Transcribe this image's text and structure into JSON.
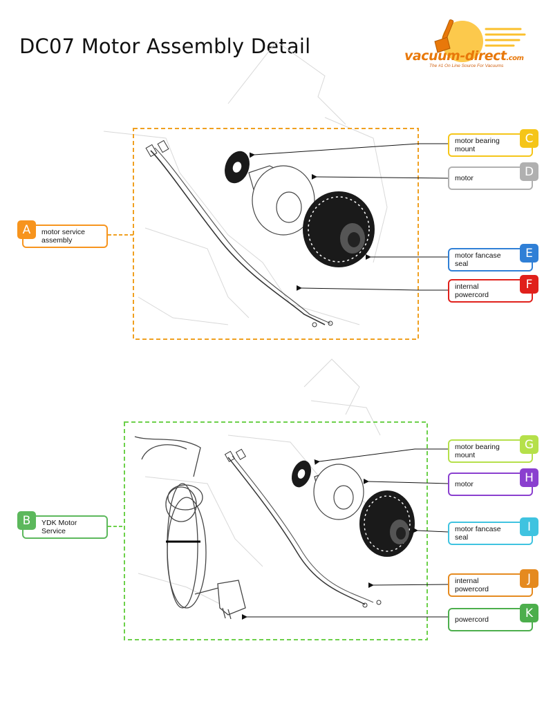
{
  "title": "DC07 Motor Assembly Detail",
  "logo": {
    "brand": "vacuum-direct",
    "suffix": ".com",
    "tagline": "The #1 On Line Source For Vacuums"
  },
  "colors": {
    "A": "#f7941d",
    "B": "#5cb85c",
    "C": "#f5c518",
    "D": "#b0b0b0",
    "E": "#2f7fd6",
    "F": "#e0201b",
    "G": "#b5e04a",
    "H": "#8a3fcf",
    "I": "#3fc3e0",
    "J": "#e58a1f",
    "K": "#4cae4c",
    "frame_top": "#f0a020",
    "frame_bottom": "#6cd04a"
  },
  "callouts": {
    "A": {
      "letter": "A",
      "label": "motor service assembly"
    },
    "B": {
      "letter": "B",
      "label": "YDK Motor Service"
    },
    "C": {
      "letter": "C",
      "label": "motor bearing mount"
    },
    "D": {
      "letter": "D",
      "label": "motor"
    },
    "E": {
      "letter": "E",
      "label": "motor fancase seal"
    },
    "F": {
      "letter": "F",
      "label": "internal powercord"
    },
    "G": {
      "letter": "G",
      "label": "motor bearing mount"
    },
    "H": {
      "letter": "H",
      "label": "motor"
    },
    "I": {
      "letter": "I",
      "label": "motor fancase seal"
    },
    "J": {
      "letter": "J",
      "label": "internal powercord"
    },
    "K": {
      "letter": "K",
      "label": "powercord"
    }
  }
}
